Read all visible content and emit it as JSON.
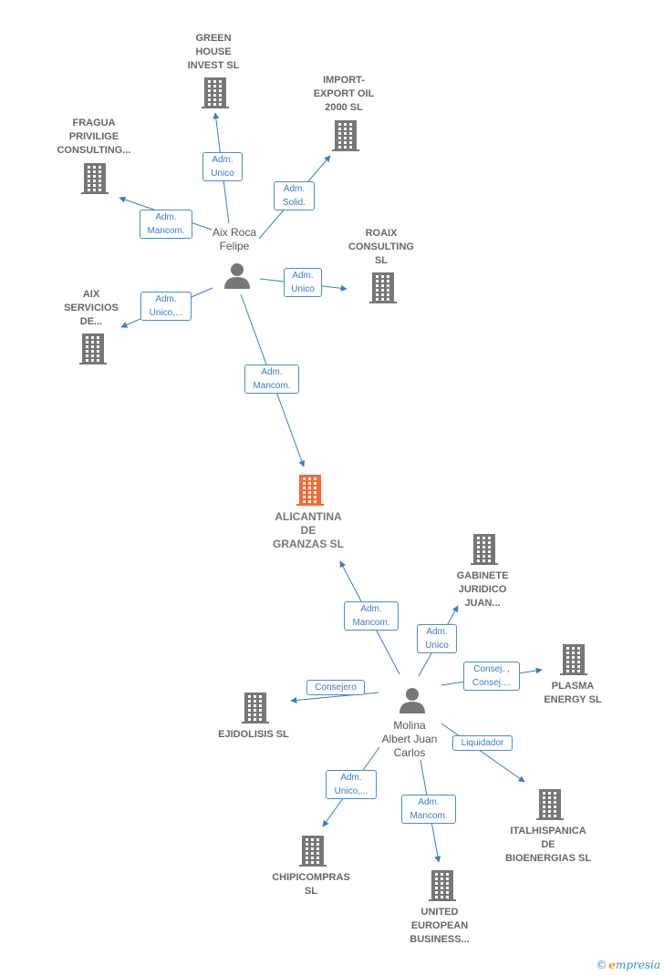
{
  "companies": {
    "green_house": "GREEN\nHOUSE\nINVEST SL",
    "import_export": "IMPORT-\nEXPORT OIL\n2000  SL",
    "fragua": "FRAGUA\nPRIVILIGE\nCONSULTING...",
    "roaix": "ROAIX\nCONSULTING\nSL",
    "aix_servicios": "AIX\nSERVICIOS\nDE...",
    "alicantina": "ALICANTINA\nDE\nGRANZAS  SL",
    "gabinete": "GABINETE\nJURIDICO\nJUAN...",
    "plasma": "PLASMA\nENERGY SL",
    "ejidolisis": "EJIDOLISIS  SL",
    "italhispanica": "ITALHISPANICA\nDE\nBIOENERGIAS SL",
    "chipicompras": "CHIPICOMPRAS\nSL",
    "united": "UNITED\nEUROPEAN\nBUSINESS..."
  },
  "persons": {
    "aix_roca": "Aix Roca\nFelipe",
    "molina": "Molina\nAlbert Juan\nCarlos"
  },
  "relations": {
    "aix_green": "Adm.\nUnico",
    "aix_import": "Adm.\nSolid.",
    "aix_fragua": "Adm.\nMancom.",
    "aix_roaix": "Adm.\nUnico",
    "aix_servicios": "Adm.\nUnico,...",
    "aix_alicantina": "Adm.\nMancom.",
    "molina_alicantina": "Adm.\nMancom.",
    "molina_gabinete": "Adm.\nUnico",
    "molina_plasma": "Consej. ,\nConsej....",
    "molina_ejidolisis": "Consejero",
    "molina_italhispanica": "Liquidador",
    "molina_chipicompras": "Adm.\nUnico,...",
    "molina_united": "Adm.\nMancom."
  },
  "colors": {
    "building": "#777777",
    "focus_building": "#f26a35",
    "person": "#777777",
    "edge": "#3b7bc8"
  },
  "brand": {
    "copyright": "©",
    "e": "e",
    "rest": "mpresia"
  }
}
